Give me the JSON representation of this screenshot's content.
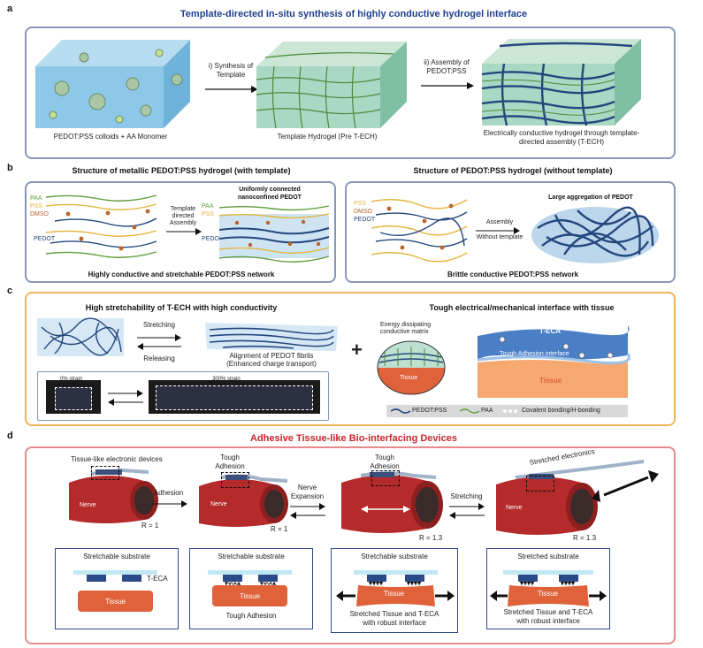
{
  "panel_a": {
    "letter": "a",
    "title": "Template-directed in-situ synthesis of highly conductive hydrogel interface",
    "step1_label": "PEDOT:PSS colloids + AA Monomer",
    "arrow1_label_line1": "i) Synthesis of",
    "arrow1_label_line2": "Template",
    "step2_label": "Template Hydrogel (Pre T-ECH)",
    "arrow2_label_line1": "ii) Assembly of",
    "arrow2_label_line2": "PEDOT:PSS",
    "step3_label_line1": "Electrically conductive hydrogel through template-",
    "step3_label_line2": "directed assembly (T-ECH)"
  },
  "panel_b": {
    "letter": "b",
    "left_title": "Structure of metallic PEDOT:PSS hydrogel (with template)",
    "right_title": "Structure of PEDOT:PSS hydrogel (without template)",
    "left": {
      "legend_paa": "PAA",
      "legend_pss": "PSS",
      "legend_dmso": "DMSO",
      "legend_pedot": "PEDOT",
      "arrow_line1": "Template",
      "arrow_line2": "directed",
      "arrow_line3": "Assembly",
      "result_line1": "Uniformly connected",
      "result_line2": "nanoconfined PEDOT",
      "result_paa": "PAA",
      "result_pss": "PSS",
      "result_pedot": "PEDOT",
      "footer": "Highly conductive and stretchable PEDOT:PSS network"
    },
    "right": {
      "legend_pss": "PSS",
      "legend_dmso": "DMSO",
      "legend_pedot": "PEDOT",
      "arrow_line1": "Assembly",
      "arrow_line2": "Without template",
      "result_label": "Large aggregation of PEDOT",
      "footer": "Brittle conductive PEDOT:PSS network"
    }
  },
  "panel_c": {
    "letter": "c",
    "left_title": "High stretchability of T-ECH with high conductivity",
    "right_title": "Tough electrical/mechanical interface with tissue",
    "stretching": "Stretching",
    "releasing": "Releasing",
    "alignment_line1": "Alignment of PEDOT fibrils",
    "alignment_line2": "(Enhanced charge transport)",
    "strain0": "0% strain",
    "strain300": "300% strain",
    "plus": "+",
    "energy_line1": "Energy dissipating",
    "energy_line2": "conductive matrix",
    "tissue_circle": "Tissue",
    "teca": "T-ECA",
    "tough_interface": "Tough Adhesion interface",
    "tissue_block": "Tissue",
    "legend_pedot": "PEDOT:PSS",
    "legend_paa": "PAA",
    "legend_bond": "Covalent bonding/H-bonding"
  },
  "panel_d": {
    "letter": "d",
    "title": "Adhesive Tissue-like Bio-interfacing Devices",
    "device_label": "Tissue-like electronic devices",
    "adhesion": "Adhesion",
    "tough_adhesion_1_line1": "Tough",
    "tough_adhesion_1_line2": "Adhesion",
    "nerve_expansion_line1": "Nerve",
    "nerve_expansion_line2": "Expansion",
    "tough_adhesion_2_line1": "Tough",
    "tough_adhesion_2_line2": "Adhesion",
    "stretching": "Stretching",
    "stretched_electronics": "Stretched electronics",
    "nerve": "Nerve",
    "r1": "R = 1",
    "r2": "R = 1",
    "r3": "R = 1.3",
    "r4": "R = 1.3",
    "box1_title": "Stretchable substrate",
    "box1_teca": "T-ECA",
    "box1_tissue": "Tissue",
    "box2_title": "Stretchable substrate",
    "box2_tissue": "Tissue",
    "box2_caption": "Tough Adhesion",
    "box3_title": "Stretchable substrate",
    "box3_tissue": "Tissue",
    "box3_caption_line1": "Stretched Tissue and T-ECA",
    "box3_caption_line2": "with robust interface",
    "box4_title": "Stretched substrate",
    "box4_tissue": "Tissue",
    "box4_caption_line1": "Stretched Tissue and T-ECA",
    "box4_caption_line2": "with robust interface"
  },
  "colors": {
    "title_blue": "#1f3f8f",
    "title_red": "#c8252b",
    "panel_border_blue": "#8797b8",
    "panel_border_orange": "#f2b55a",
    "panel_border_red": "#e78a8a",
    "pedot": "#24477e",
    "paa": "#5f9d3a",
    "pss": "#e4b53b",
    "dmso": "#b8662a",
    "tissue": "#e0623a",
    "nerve": "#b52a2a"
  }
}
